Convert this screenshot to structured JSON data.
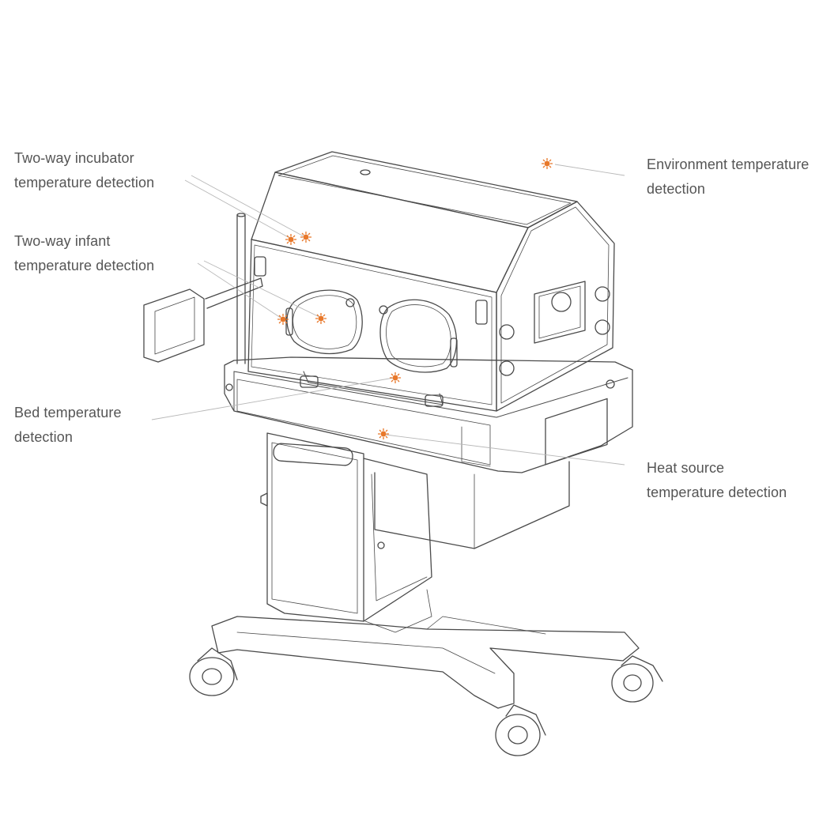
{
  "labels": {
    "incubator": {
      "line1": "Two-way incubator",
      "line2": "temperature detection"
    },
    "infant": {
      "line1": "Two-way infant",
      "line2": "temperature detection"
    },
    "bed": {
      "line1": "Bed temperature",
      "line2": "detection"
    },
    "environment": {
      "line1": "Environment temperature",
      "line2": "detection"
    },
    "heat_source": {
      "line1": "Heat source",
      "line2": "temperature detection"
    }
  },
  "colors": {
    "sensor_marker": "#e8782a",
    "line_art": "#4a4a4a",
    "leader_line": "#b8b8b8",
    "label_text": "#555555"
  },
  "icons": {
    "sensor_marker": "sunburst-dot"
  }
}
